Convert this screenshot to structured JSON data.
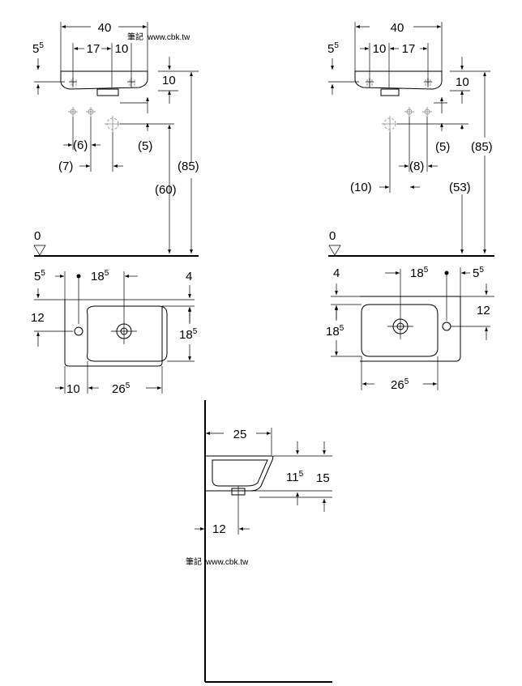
{
  "watermark": {
    "logo_text": "筆記",
    "url": "www.cbk.tw"
  },
  "front_left": {
    "width": "40",
    "left_offset_base": "5",
    "left_offset_sup": "5",
    "tap_spacing": "17",
    "tap_to_edge": "10",
    "basin_height": "10",
    "total_height": "(85)",
    "waste_height": "(60)",
    "dim_6": "(6)",
    "dim_7": "(7)",
    "dim_5": "(5)",
    "floor": "0"
  },
  "front_right": {
    "width": "40",
    "left_offset_base": "5",
    "left_offset_sup": "5",
    "tap_to_edge": "10",
    "tap_spacing": "17",
    "basin_height": "10",
    "total_height": "(85)",
    "waste_height": "(53)",
    "dim_8": "(8)",
    "dim_10": "(10)",
    "dim_5": "(5)",
    "floor": "0"
  },
  "plan_left": {
    "left_offset_base": "5",
    "left_offset_sup": "5",
    "center_base": "18",
    "center_sup": "5",
    "right_dim": "4",
    "side_dim": "12",
    "depth_base": "18",
    "depth_sup": "5",
    "bottom_left": "10",
    "bottom_width_base": "26",
    "bottom_width_sup": "5"
  },
  "plan_right": {
    "left_dim": "4",
    "center_base": "18",
    "center_sup": "5",
    "right_offset_base": "5",
    "right_offset_sup": "5",
    "side_dim": "12",
    "depth_base": "18",
    "depth_sup": "5",
    "bottom_width_base": "26",
    "bottom_width_sup": "5"
  },
  "side_view": {
    "projection": "25",
    "inner_height_base": "11",
    "inner_height_sup": "5",
    "total_height": "15",
    "waste_offset": "12"
  }
}
